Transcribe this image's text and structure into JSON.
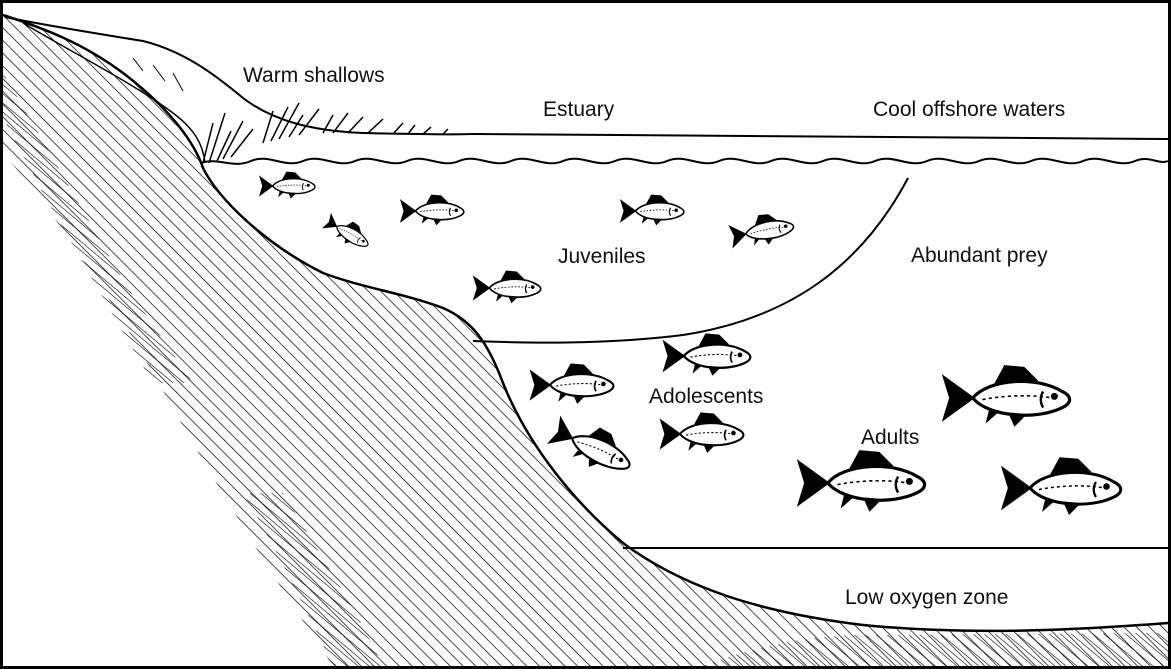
{
  "labels": {
    "warm_shallows": "Warm shallows",
    "estuary": "Estuary",
    "cool_offshore": "Cool offshore waters",
    "juveniles": "Juveniles",
    "abundant_prey": "Abundant prey",
    "adolescents": "Adolescents",
    "adults": "Adults",
    "low_oxygen": "Low oxygen zone"
  },
  "colors": {
    "ink": "#000000",
    "paper": "#ffffff"
  },
  "icons": {
    "fish": "fish-icon",
    "grass": "marsh-grass-icon",
    "seabed": "hatched-seabed"
  }
}
